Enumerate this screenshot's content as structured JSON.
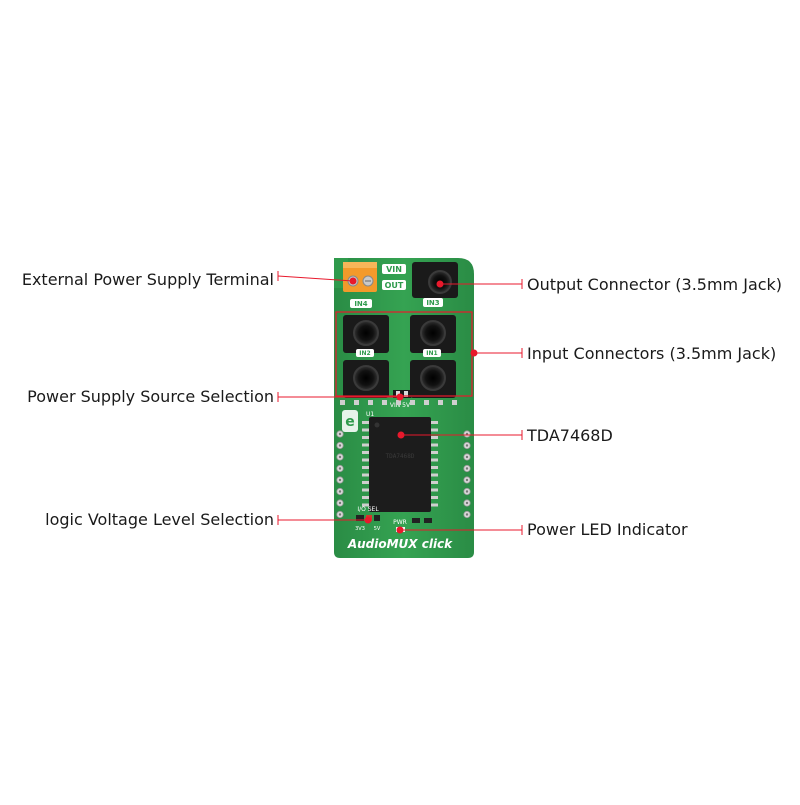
{
  "board": {
    "title": "AudioMUX click",
    "silk": {
      "vin": "VIN",
      "out": "OUT",
      "in1": "IN1",
      "in2": "IN2",
      "in3": "IN3",
      "in4": "IN4",
      "u1": "U1",
      "io_sel": "I/O SEL",
      "v33": "3V3",
      "v5": "5V",
      "pwr": "PWR",
      "vin_sel": "VIN 5V"
    }
  },
  "annotations": {
    "external_power": "External Power Supply Terminal",
    "output_connector": "Output Connector (3.5mm Jack)",
    "input_connectors": "Input Connectors (3.5mm Jack)",
    "power_source_selection": "Power Supply Source Selection",
    "tda": "TDA7468D",
    "logic_voltage": "logic Voltage Level Selection",
    "power_led": "Power LED Indicator"
  },
  "colors": {
    "pcb": "#2f9a4c",
    "pcb_dark": "#1f7a3a",
    "pad": "#d9d9d9",
    "terminal": "#f39a2b",
    "chip": "#1c1c1c",
    "line": "#e8192c",
    "text": "#1a1a1a"
  }
}
